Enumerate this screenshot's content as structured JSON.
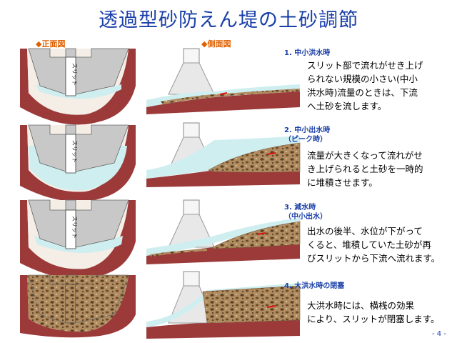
{
  "title": "透過型砂防えん堤の土砂調節",
  "headers": {
    "front": "◆正面図",
    "side": "◆側面図"
  },
  "slit_label": "スリット",
  "steps": [
    {
      "heading_lines": [
        "1. 中小洪水時"
      ],
      "body_lines": [
        "スリット部で流れがせき上げ",
        "られない規模の小さい(中小",
        "洪水時)流量のときは、下流",
        "へ土砂を流します。"
      ]
    },
    {
      "heading_lines": [
        "2. 中小出水時",
        "（ピーク時）"
      ],
      "body_lines": [
        "流量が大きくなって流れがせ",
        "き上げられると土砂を一時的",
        "に堆積させます。"
      ]
    },
    {
      "heading_lines": [
        "3. 減水時",
        "（中小出水）"
      ],
      "body_lines": [
        "出水の後半、水位が下がって",
        "くると、堆積していた土砂が再",
        "びスリットから下流へ流れます。"
      ]
    },
    {
      "heading_lines": [
        "4. 大洪水時の閉塞"
      ],
      "body_lines": [
        "大洪水時には、横桟の効果",
        "により、スリットが閉塞します。"
      ]
    }
  ],
  "page_number": "- 4 -",
  "colors": {
    "title": "#1a3fa8",
    "header": "#e06000",
    "ground": "#9c3a3a",
    "dam": "#c8c8c8",
    "water": "#cfeef0",
    "sediment": "#9a7a52",
    "arrow": "#e01010"
  }
}
